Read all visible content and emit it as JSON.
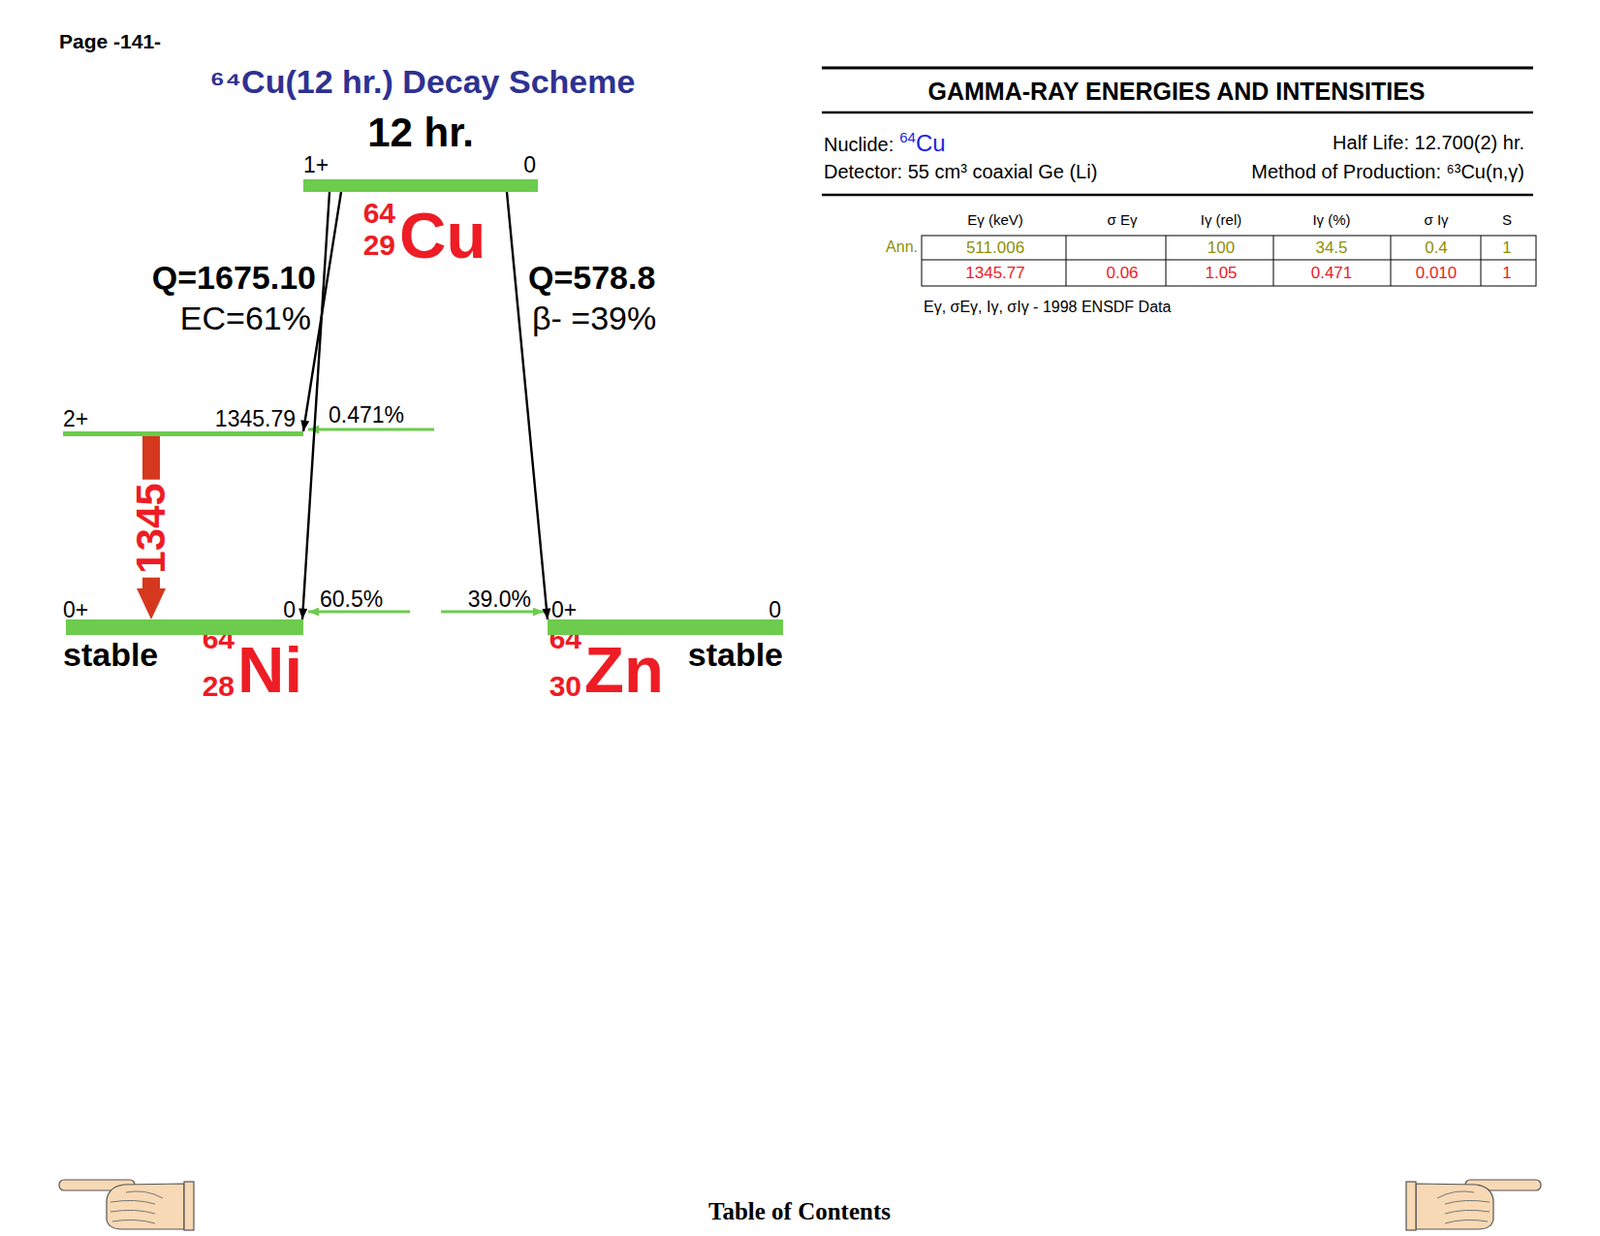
{
  "diagram": {
    "title": "⁶⁴Cu(12 hr.) Decay Scheme",
    "nodes": [
      {
        "text": [
          "12 hr.",
          "1+",
          "0"
        ]
      },
      {
        "text": [
          "2+",
          "1345.79"
        ]
      },
      {
        "text": [
          "0+",
          "0",
          "stable"
        ]
      },
      {
        "text": [
          "0+",
          "0",
          "stable"
        ]
      }
    ],
    "edges": [
      {
        "from": 0,
        "to": 1,
        "arrow": "to"
      },
      {
        "from": 0,
        "to": 2,
        "arrow": "to"
      },
      {
        "from": 0,
        "to": 3,
        "arrow": "to"
      },
      {
        "from": 1,
        "to": 2,
        "arrow": "to",
        "label": "1345"
      }
    ],
    "labels": [
      "Page -141-",
      "64",
      "29",
      "Cu",
      "Q=1675.10",
      "EC=61%",
      "Q=578.8",
      "β- =39%",
      "0.471%",
      "60.5%",
      "39.0%",
      "64",
      "28",
      "Ni",
      "64",
      "30",
      "Zn",
      "GAMMA-RAY ENERGIES AND INTENSITIES",
      "Nuclide:",
      "64",
      "Cu",
      "Half Life: 12.700(2) hr.",
      "Detector: 55 cm³ coaxial Ge (Li)",
      "Method of Production: ⁶³Cu(n,γ)",
      "Eγ (keV)",
      "σ Eγ",
      "Iγ (rel)",
      "Iγ (%)",
      "σ Iγ",
      "S",
      "Ann.",
      "511.006",
      "100",
      "34.5",
      "0.4",
      "1",
      "1345.77",
      "0.06",
      "1.05",
      "0.471",
      "0.010",
      "1",
      "Eγ, σEγ, Iγ, σIγ - 1998 ENSDF Data",
      "Table of Contents"
    ]
  }
}
